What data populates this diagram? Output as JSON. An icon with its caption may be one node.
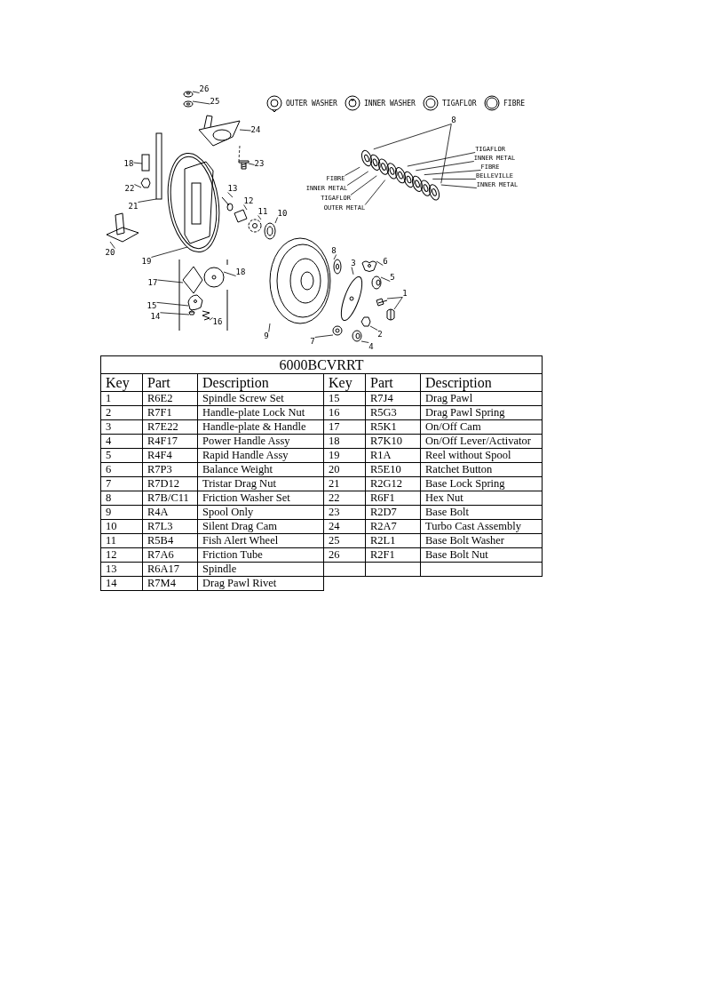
{
  "diagram": {
    "nodes": [
      {
        "text": [
          "26"
        ]
      },
      {
        "text": [
          "25"
        ]
      },
      {
        "text": [
          "8"
        ]
      },
      {
        "text": [
          "24"
        ]
      },
      {
        "text": [
          "23"
        ]
      },
      {
        "text": [
          "18"
        ]
      },
      {
        "text": [
          "22"
        ]
      },
      {
        "text": [
          "FIBRE"
        ]
      },
      {
        "text": [
          "INNER METAL"
        ]
      },
      {
        "text": [
          "TIGAFLOR"
        ]
      },
      {
        "text": [
          "OUTER METAL"
        ]
      },
      {
        "text": [
          "TIGAFLOR"
        ]
      },
      {
        "text": [
          "INNER METAL"
        ]
      },
      {
        "text": [
          "FIBRE"
        ]
      },
      {
        "text": [
          "BELLEVILLE"
        ]
      },
      {
        "text": [
          "INNER METAL"
        ]
      },
      {
        "text": [
          "21"
        ]
      },
      {
        "text": [
          "13"
        ]
      },
      {
        "text": [
          "12"
        ]
      },
      {
        "text": [
          "11"
        ]
      },
      {
        "text": [
          "10"
        ]
      },
      {
        "text": [
          "20"
        ]
      },
      {
        "text": [
          "19"
        ]
      },
      {
        "text": [
          "8"
        ]
      },
      {
        "text": [
          "17"
        ]
      },
      {
        "text": [
          "18"
        ]
      },
      {
        "text": [
          "6"
        ]
      },
      {
        "text": [
          "5"
        ]
      },
      {
        "text": [
          "1"
        ]
      },
      {
        "text": [
          "15"
        ]
      },
      {
        "text": [
          "14"
        ]
      },
      {
        "text": [
          "16"
        ]
      },
      {
        "text": [
          "2"
        ]
      },
      {
        "text": [
          "9"
        ]
      },
      {
        "text": [
          "7"
        ]
      },
      {
        "text": [
          "3"
        ]
      },
      {
        "text": [
          "4"
        ]
      },
      {
        "text": [],
        "shape": "picture"
      },
      {
        "text": [],
        "shape": "picture"
      },
      {
        "text": [],
        "shape": "picture"
      },
      {
        "text": [],
        "shape": "picture"
      },
      {
        "text": [],
        "shape": "box"
      },
      {
        "text": [],
        "shape": "picture"
      },
      {
        "text": [],
        "shape": "picture"
      },
      {
        "text": [],
        "shape": "picture"
      },
      {
        "text": [],
        "shape": "picture"
      },
      {
        "text": [],
        "shape": "picture"
      },
      {
        "text": [],
        "shape": "picture"
      },
      {
        "text": [],
        "shape": "picture"
      },
      {
        "text": [],
        "shape": "picture"
      },
      {
        "text": [],
        "shape": "picture"
      },
      {
        "text": [],
        "shape": "picture"
      },
      {
        "text": [],
        "shape": "box"
      },
      {
        "text": [],
        "shape": "picture"
      },
      {
        "text": [],
        "shape": "picture"
      },
      {
        "text": [],
        "shape": "picture"
      },
      {
        "text": [],
        "shape": "picture"
      },
      {
        "text": [],
        "shape": "picture"
      },
      {
        "text": [],
        "shape": "picture"
      },
      {
        "text": [],
        "shape": "picture"
      },
      {
        "text": [],
        "shape": "picture"
      },
      {
        "text": [],
        "shape": "picture"
      },
      {
        "text": [],
        "shape": "picture"
      },
      {
        "text": [],
        "shape": "picture"
      },
      {
        "text": [],
        "shape": "picture"
      },
      {
        "text": [],
        "shape": "picture"
      },
      {
        "text": [],
        "shape": "picture"
      },
      {
        "text": [],
        "shape": "picture"
      },
      {
        "text": [],
        "shape": "picture"
      },
      {
        "text": [],
        "shape": "picture"
      },
      {
        "text": [],
        "shape": "picture"
      },
      {
        "text": [],
        "shape": "picture"
      },
      {
        "text": [],
        "shape": "picture"
      },
      {
        "text": [],
        "shape": "picture"
      }
    ],
    "edges": [
      {
        "from": 0,
        "to": 37,
        "arrow": "none"
      },
      {
        "from": 1,
        "to": 38,
        "arrow": "none"
      },
      {
        "from": 2,
        "to": 43,
        "arrow": "none"
      },
      {
        "from": 2,
        "to": 51,
        "arrow": "none"
      },
      {
        "from": 3,
        "to": 39,
        "arrow": "none"
      },
      {
        "from": 4,
        "to": 40,
        "arrow": "none"
      },
      {
        "from": 5,
        "to": 41,
        "arrow": "none"
      },
      {
        "from": 6,
        "to": 42,
        "arrow": "none"
      },
      {
        "from": 7,
        "to": 43,
        "arrow": "none"
      },
      {
        "from": 8,
        "to": 44,
        "arrow": "none"
      },
      {
        "from": 9,
        "to": 45,
        "arrow": "none"
      },
      {
        "from": 10,
        "to": 46,
        "arrow": "none"
      },
      {
        "from": 11,
        "to": 47,
        "arrow": "none"
      },
      {
        "from": 12,
        "to": 48,
        "arrow": "none"
      },
      {
        "from": 13,
        "to": 49,
        "arrow": "none"
      },
      {
        "from": 14,
        "to": 50,
        "arrow": "none"
      },
      {
        "from": 15,
        "to": 51,
        "arrow": "none"
      },
      {
        "from": 16,
        "to": 52,
        "arrow": "none"
      },
      {
        "from": 17,
        "to": 53,
        "arrow": "none"
      },
      {
        "from": 18,
        "to": 54,
        "arrow": "none"
      },
      {
        "from": 19,
        "to": 55,
        "arrow": "none"
      },
      {
        "from": 20,
        "to": 56,
        "arrow": "none"
      },
      {
        "from": 21,
        "to": 57,
        "arrow": "none"
      },
      {
        "from": 22,
        "to": 58,
        "arrow": "none"
      },
      {
        "from": 23,
        "to": 59,
        "arrow": "none"
      },
      {
        "from": 24,
        "to": 60,
        "arrow": "none"
      },
      {
        "from": 25,
        "to": 61,
        "arrow": "none"
      },
      {
        "from": 26,
        "to": 62,
        "arrow": "none"
      },
      {
        "from": 27,
        "to": 63,
        "arrow": "none"
      },
      {
        "from": 28,
        "to": 64,
        "arrow": "none"
      },
      {
        "from": 28,
        "to": 65,
        "arrow": "none"
      },
      {
        "from": 29,
        "to": 66,
        "arrow": "none"
      },
      {
        "from": 30,
        "to": 67,
        "arrow": "none"
      },
      {
        "from": 31,
        "to": 68,
        "arrow": "none"
      },
      {
        "from": 32,
        "to": 69,
        "arrow": "none"
      },
      {
        "from": 33,
        "to": 70,
        "arrow": "none"
      },
      {
        "from": 34,
        "to": 71,
        "arrow": "none"
      },
      {
        "from": 35,
        "to": 72,
        "arrow": "none"
      },
      {
        "from": 36,
        "to": 73,
        "arrow": "none"
      },
      {
        "from": 39,
        "to": 40,
        "arrow": "none",
        "style": "dashed"
      }
    ],
    "labels": [
      "6000BCVRRT",
      "Key",
      "Part",
      "Description",
      "Key",
      "Part",
      "Description",
      "1",
      "R6E2",
      "Spindle Screw Set",
      "15",
      "R7J4",
      "Drag Pawl",
      "2",
      "R7F1",
      "Handle-plate Lock Nut",
      "16",
      "R5G3",
      "Drag Pawl Spring",
      "3",
      "R7E22",
      "Handle-plate & Handle",
      "17",
      "R5K1",
      "On/Off Cam",
      "4",
      "R4F17",
      "Power Handle Assy",
      "18",
      "R7K10",
      "On/Off Lever/Activator",
      "5",
      "R4F4",
      "Rapid Handle Assy",
      "19",
      "R1A",
      "Reel without Spool",
      "6",
      "R7P3",
      "Balance Weight",
      "20",
      "R5E10",
      "Ratchet Button",
      "7",
      "R7D12",
      "Tristar Drag Nut",
      "21",
      "R2G12",
      "Base Lock Spring",
      "8",
      "R7B/C11",
      "Friction Washer Set",
      "22",
      "R6F1",
      "Hex Nut",
      "9",
      "R4A",
      "Spool Only",
      "23",
      "R2D7",
      "Base Bolt",
      "10",
      "R7L3",
      "Silent Drag Cam",
      "24",
      "R2A7",
      "Turbo Cast Assembly",
      "11",
      "R5B4",
      "Fish Alert Wheel",
      "25",
      "R2L1",
      "Base Bolt Washer",
      "12",
      "R7A6",
      "Friction Tube",
      "26",
      "R2F1",
      "Base Bolt Nut",
      "13",
      "R6A17",
      "Spindle",
      "14",
      "R7M4",
      "Drag Pawl Rivet"
    ],
    "legend": [
      {
        "text": "OUTER WASHER"
      },
      {
        "text": "INNER WASHER"
      },
      {
        "text": "TIGAFLOR"
      },
      {
        "text": "FIBRE"
      }
    ]
  }
}
